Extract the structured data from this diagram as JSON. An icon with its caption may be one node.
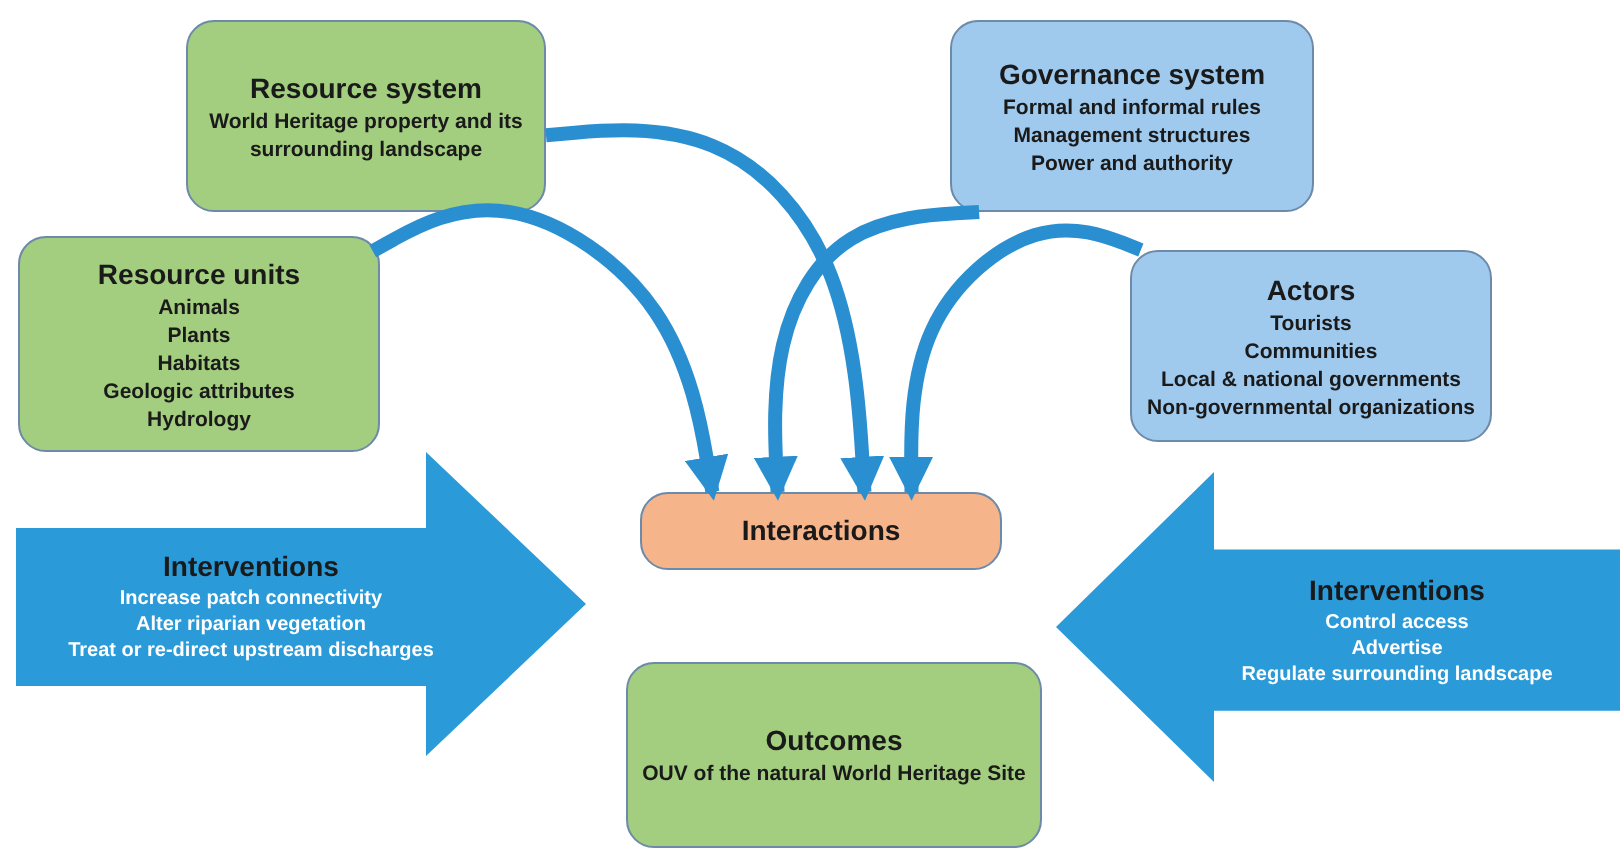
{
  "diagram": {
    "nodes": [
      {
        "text": [
          "Resource system",
          "World Heritage property and its surrounding landscape"
        ]
      },
      {
        "text": [
          "Governance system",
          "Formal and informal rules",
          "Management structures",
          "Power and authority"
        ]
      },
      {
        "text": [
          "Resource units",
          "Animals",
          "Plants",
          "Habitats",
          "Geologic attributes",
          "Hydrology"
        ]
      },
      {
        "text": [
          "Actors",
          "Tourists",
          "Communities",
          "Local & national governments",
          "Non-governmental organizations"
        ]
      },
      {
        "text": [
          "Interactions"
        ]
      },
      {
        "text": [
          "Interventions",
          "Increase patch connectivity",
          "Alter riparian vegetation",
          "Treat or re-direct upstream discharges"
        ]
      },
      {
        "text": [
          "Interventions",
          "Control access",
          "Advertise",
          "Regulate surrounding landscape"
        ]
      },
      {
        "text": [
          "Outcomes",
          "OUV of the natural World Heritage Site"
        ]
      }
    ],
    "edges": [
      {
        "from": 0,
        "to": 4,
        "arrow": "to"
      },
      {
        "from": 1,
        "to": 4,
        "arrow": "to"
      },
      {
        "from": 2,
        "to": 4,
        "arrow": "to"
      },
      {
        "from": 3,
        "to": 4,
        "arrow": "to"
      }
    ]
  }
}
